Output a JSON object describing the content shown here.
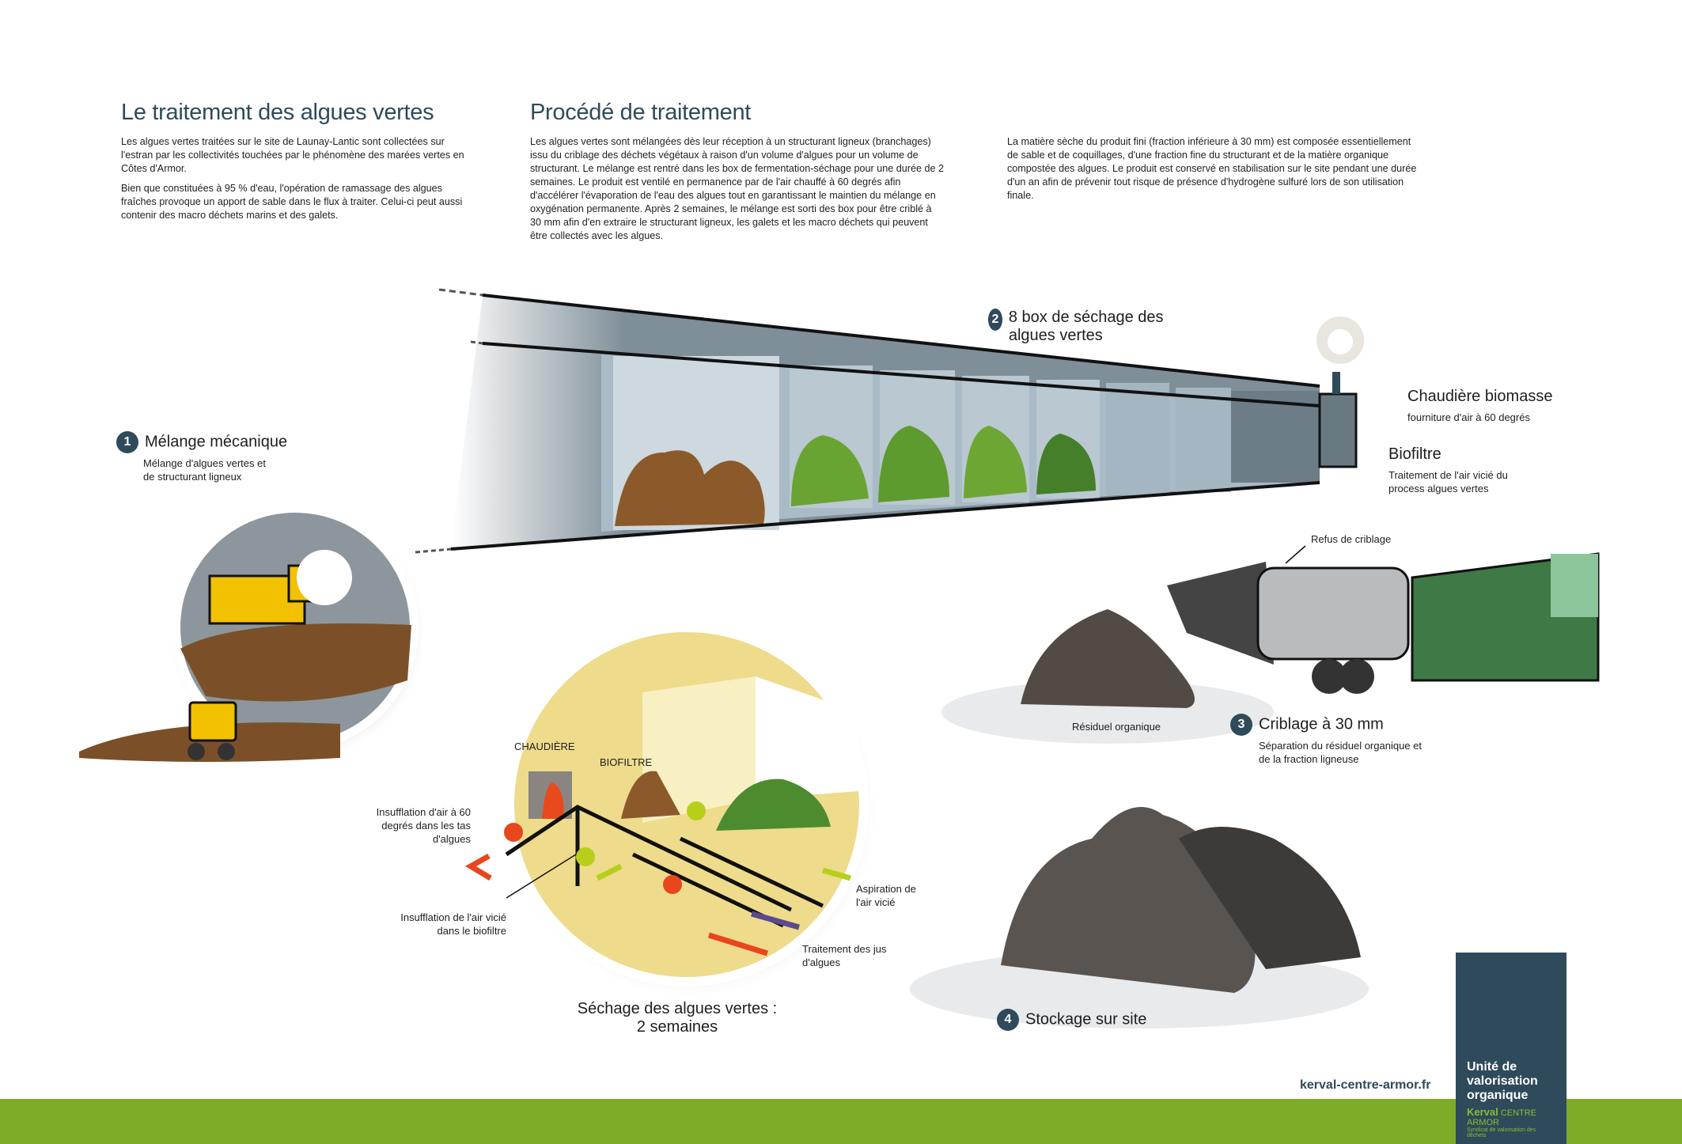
{
  "section1": {
    "title": "Le traitement des algues vertes",
    "paragraphs": [
      "Les algues vertes traitées sur le site de Launay-Lantic sont collectées sur l'estran par les collectivités touchées par le phénomène des marées vertes en Côtes d'Armor.",
      "Bien que constituées à 95 % d'eau, l'opération de ramassage des algues fraîches provoque un apport de sable dans le flux à traiter. Celui-ci peut aussi contenir des macro déchets marins et des galets."
    ]
  },
  "section2": {
    "title": "Procédé de traitement",
    "paragraph": "Les algues vertes sont mélangées dès leur réception à un structurant ligneux (branchages) issu du criblage des déchets végétaux à raison d'un volume d'algues pour un volume de structurant. Le mélange est rentré dans les box de fermentation-séchage pour une durée de 2 semaines. Le produit est ventilé en permanence par de l'air chauffé à 60 degrés afin d'accélérer l'évaporation de l'eau des algues tout en garantissant le maintien du mélange en oxygénation permanente. Après 2 semaines, le mélange est sorti des box pour être criblé à 30 mm afin d'en extraire le structurant ligneux, les galets et les macro déchets qui peuvent être collectés avec les algues."
  },
  "section3": {
    "paragraph": "La matière sèche du produit fini (fraction inférieure à 30 mm) est composée essentiellement de sable et de coquillages, d'une fraction fine du structurant et de la matière organique compostée des algues. Le produit est conservé en stabilisation sur le site pendant une durée d'un an afin de prévenir tout risque de présence d'hydrogène sulfuré lors de son utilisation finale."
  },
  "steps": [
    {
      "number": "1",
      "title": "Mélange mécanique",
      "subtitle": "Mélange d'algues vertes et de structurant ligneux"
    },
    {
      "number": "2",
      "title": "8 box de séchage des algues vertes"
    },
    {
      "number": "3",
      "title": "Criblage à 30 mm",
      "subtitle": "Séparation du résiduel organique et de la fraction ligneuse"
    },
    {
      "number": "4",
      "title": "Stockage sur site"
    }
  ],
  "equipment": {
    "boiler_title": "Chaudière biomasse",
    "boiler_sub": "fourniture d'air à 60 degrés",
    "biofilter_title": "Biofiltre",
    "biofilter_sub": "Traitement de l'air vicié du process algues vertes",
    "screen_reject": "Refus de criblage",
    "residual": "Résiduel organique"
  },
  "drying_detail": {
    "title": "Séchage des algues vertes :",
    "duration": "2 semaines",
    "chaudiere": "CHAUDIÈRE",
    "biofiltre": "BIOFILTRE",
    "air_in": "Insufflation d'air à 60 degrés dans les tas d'algues",
    "air_vicie": "Insufflation de l'air vicié dans le biofiltre",
    "aspiration": "Aspiration de l'air vicié",
    "traitement": "Traitement des jus d'algues"
  },
  "footer": {
    "url": "kerval-centre-armor.fr",
    "logo_title": "Unité de valorisation organique",
    "logo_brand": "Kerval",
    "logo_brand_sub": "CENTRE ARMOR",
    "logo_tagline": "Syndicat de valorisation des déchets"
  },
  "colors": {
    "navy": "#2f4a5a",
    "green": "#7fac28"
  }
}
